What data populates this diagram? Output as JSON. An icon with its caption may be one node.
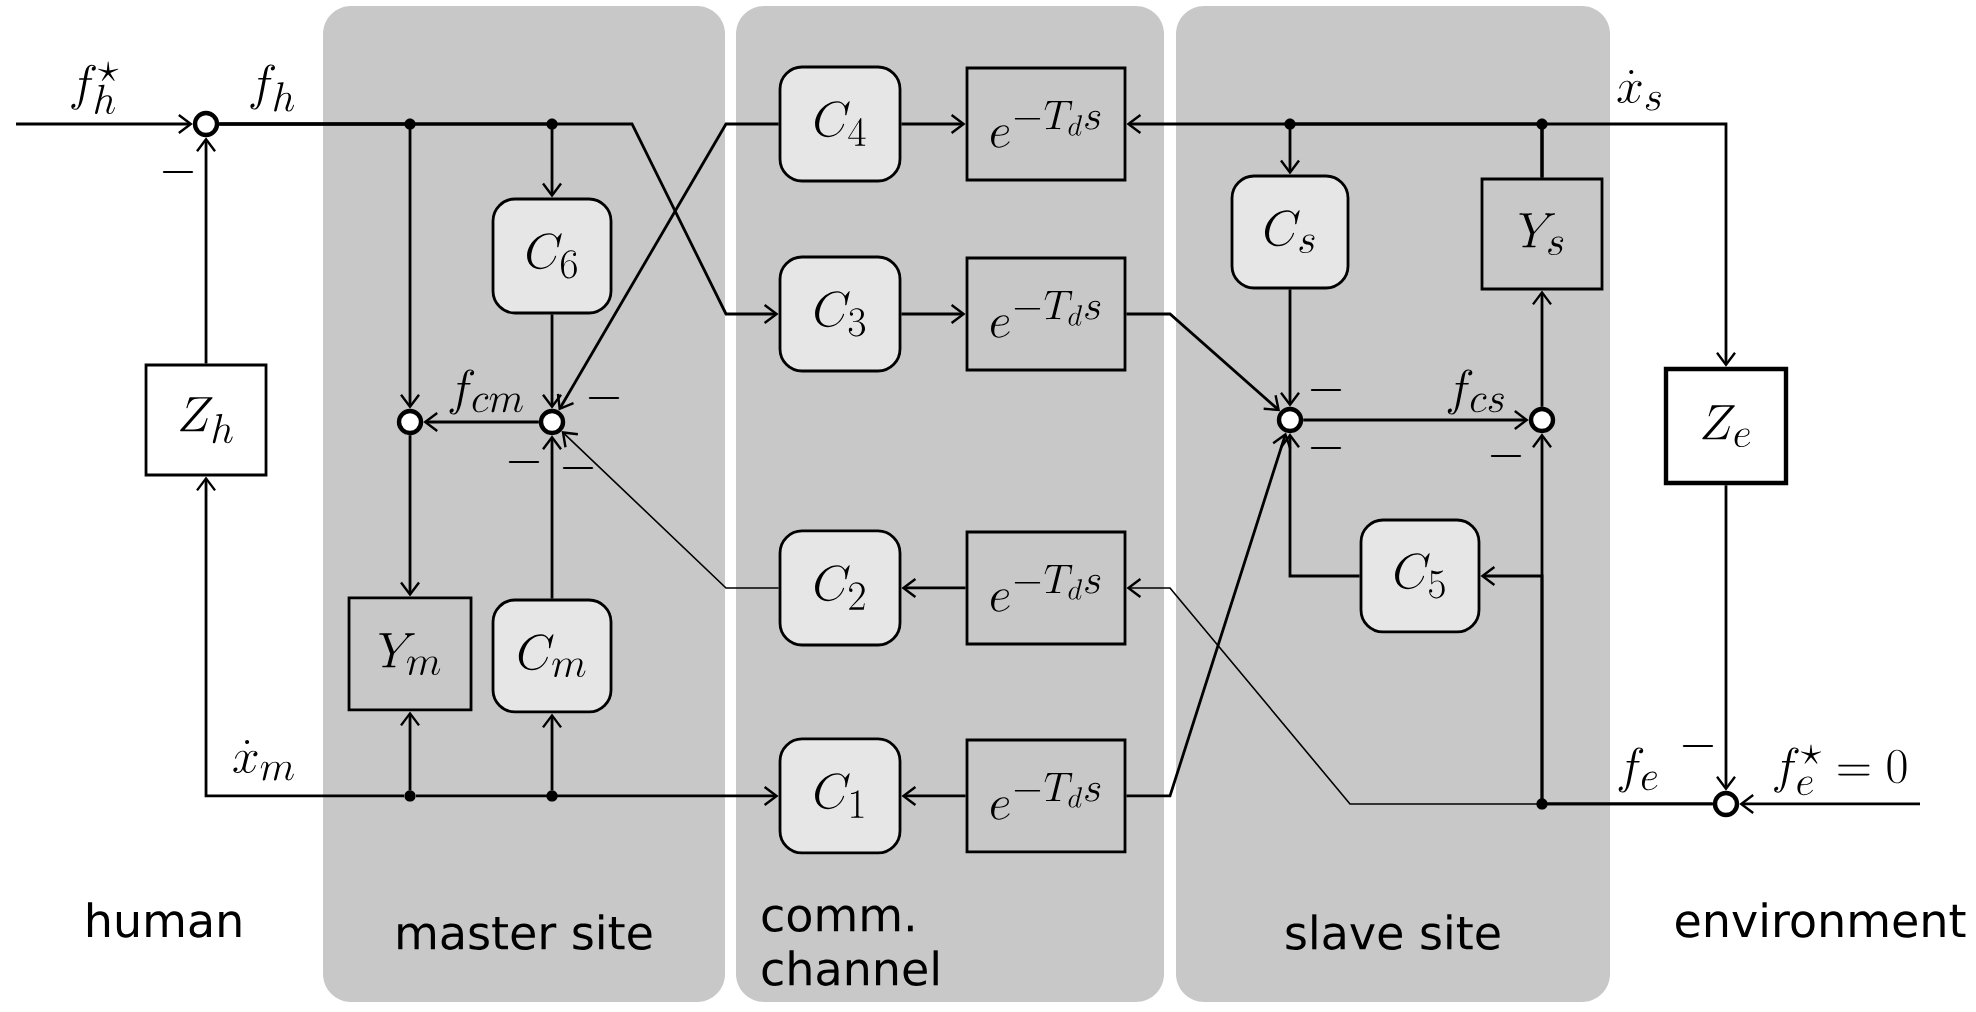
{
  "diagram": {
    "nodes": [
      {
        "text": [],
        "shape": "circle"
      },
      {
        "text": [
          "Z_h"
        ]
      },
      {
        "text": [
          "master site"
        ]
      },
      {
        "text": [
          "C_6"
        ],
        "in": 2
      },
      {
        "text": [],
        "shape": "circle",
        "in": 2
      },
      {
        "text": [],
        "shape": "circle",
        "in": 2
      },
      {
        "text": [
          "Y_m"
        ],
        "in": 2
      },
      {
        "text": [
          "C_m"
        ],
        "in": 2
      },
      {
        "text": [
          "comm. channel"
        ]
      },
      {
        "text": [
          "C_4"
        ],
        "in": 8
      },
      {
        "text": [
          "e^{-T_d s}"
        ],
        "in": 8
      },
      {
        "text": [
          "C_3"
        ],
        "in": 8
      },
      {
        "text": [
          "e^{-T_d s}"
        ],
        "in": 8
      },
      {
        "text": [
          "C_2"
        ],
        "in": 8
      },
      {
        "text": [
          "e^{-T_d s}"
        ],
        "in": 8
      },
      {
        "text": [
          "C_1"
        ],
        "in": 8
      },
      {
        "text": [
          "e^{-T_d s}"
        ],
        "in": 8
      },
      {
        "text": [
          "slave site"
        ]
      },
      {
        "text": [
          "C_s"
        ],
        "in": 17
      },
      {
        "text": [
          "Y_s"
        ],
        "in": 17
      },
      {
        "text": [],
        "shape": "circle",
        "in": 17
      },
      {
        "text": [],
        "shape": "circle",
        "in": 17
      },
      {
        "text": [
          "C_5"
        ],
        "in": 17
      },
      {
        "text": [
          "Z_e"
        ]
      },
      {
        "text": [],
        "shape": "circle"
      },
      {
        "text": [],
        "shape": "dot",
        "in": 2
      },
      {
        "text": [],
        "shape": "dot",
        "in": 2
      },
      {
        "text": [
          "f_e^\\star = 0"
        ]
      }
    ],
    "edges": [
      {
        "from": null,
        "to": 0,
        "arrow": "to"
      },
      {
        "from": 1,
        "to": 0,
        "arrow": "to"
      },
      {
        "from": 25,
        "to": 1,
        "arrow": "to"
      },
      {
        "from": 0,
        "to": 4,
        "arrow": "to"
      },
      {
        "from": 0,
        "to": 3,
        "arrow": "to"
      },
      {
        "from": 0,
        "to": 11,
        "arrow": "to"
      },
      {
        "from": 3,
        "to": 5,
        "arrow": "to"
      },
      {
        "from": 9,
        "to": 5,
        "arrow": "to"
      },
      {
        "from": 13,
        "to": 5,
        "arrow": "to"
      },
      {
        "from": 7,
        "to": 5,
        "arrow": "to"
      },
      {
        "from": 5,
        "to": 4,
        "arrow": "to"
      },
      {
        "from": 4,
        "to": 6,
        "arrow": "to"
      },
      {
        "from": 25,
        "to": 6,
        "arrow": "to"
      },
      {
        "from": 26,
        "to": 7,
        "arrow": "to"
      },
      {
        "from": 25,
        "to": 15,
        "arrow": "to"
      },
      {
        "from": 9,
        "to": 10,
        "arrow": "to"
      },
      {
        "from": 11,
        "to": 12,
        "arrow": "to"
      },
      {
        "from": 14,
        "to": 13,
        "arrow": "to"
      },
      {
        "from": 16,
        "to": 15,
        "arrow": "to"
      },
      {
        "from": 19,
        "to": 10,
        "arrow": "to"
      },
      {
        "from": 19,
        "to": 18,
        "arrow": "to"
      },
      {
        "from": 19,
        "to": 23,
        "arrow": "to"
      },
      {
        "from": 12,
        "to": 20,
        "arrow": "to"
      },
      {
        "from": 16,
        "to": 20,
        "arrow": "to"
      },
      {
        "from": 18,
        "to": 20,
        "arrow": "to"
      },
      {
        "from": 22,
        "to": 20,
        "arrow": "to"
      },
      {
        "from": 20,
        "to": 21,
        "arrow": "to"
      },
      {
        "from": 21,
        "to": 19,
        "arrow": "to"
      },
      {
        "from": 24,
        "to": 21,
        "arrow": "to"
      },
      {
        "from": 24,
        "to": 22,
        "arrow": "to"
      },
      {
        "from": 24,
        "to": 14,
        "arrow": "to"
      },
      {
        "from": 23,
        "to": 24,
        "arrow": "to"
      },
      {
        "from": 27,
        "to": 24,
        "arrow": "to"
      }
    ],
    "labels": [
      "f_h^\\star",
      "f_h",
      "\\dot{x}_s",
      "-",
      "f_{cm}",
      "-",
      "-",
      "-",
      "-",
      "f_{cs}",
      "-",
      "-",
      "\\dot{x}_m",
      "f_e",
      "-",
      "human",
      "environment"
    ]
  }
}
